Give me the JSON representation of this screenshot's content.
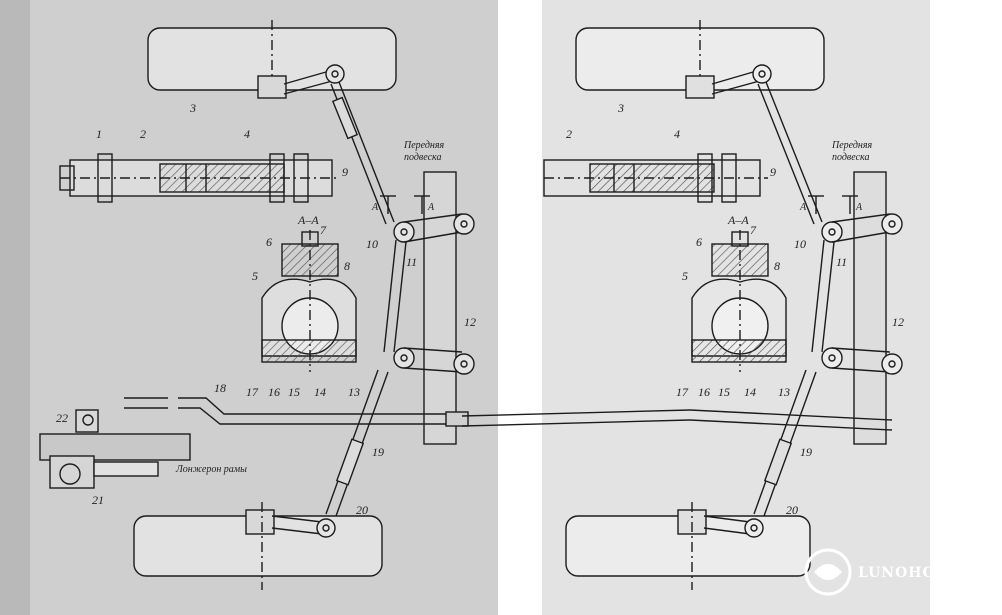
{
  "labels": {
    "l1": "1",
    "l2": "2",
    "l3": "3",
    "l4": "4",
    "l5": "5",
    "l6": "6",
    "l7": "7",
    "l8": "8",
    "l9": "9",
    "l10": "10",
    "l11": "11",
    "l12": "12",
    "l13": "13",
    "l14": "14",
    "l15": "15",
    "l16": "16",
    "l17": "17",
    "l18": "18",
    "l19": "19",
    "l20": "20",
    "l21": "21",
    "l22": "22",
    "section": "А–А",
    "arrowA": "А",
    "front_suspension_1": "Передняя",
    "front_suspension_2": "подвеска",
    "frame_member": "Лонжерон рамы"
  },
  "right_labels": {
    "l2": "2",
    "l3": "3",
    "l4": "4",
    "l5": "5",
    "l6": "6",
    "l7": "7",
    "l8": "8",
    "l9": "9",
    "l10": "10",
    "l11": "11",
    "l12": "12",
    "l13": "13",
    "l14": "14",
    "l15": "15",
    "l16": "16",
    "l17": "17",
    "l19": "19",
    "l20": "20",
    "section": "А–А",
    "arrowA": "А",
    "front_suspension_1": "Передняя",
    "front_suspension_2": "подвеска"
  },
  "watermark": "LUNOHODA.NET",
  "colors": {
    "paper_left": "#cfcfcf",
    "paper_right": "#e3e3e3",
    "ink": "#1c1c1c",
    "hatch": "#555555"
  }
}
